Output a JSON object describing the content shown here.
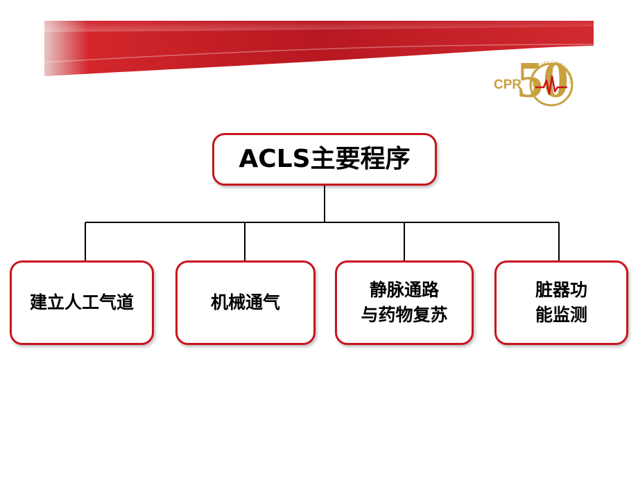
{
  "logo": {
    "text": "CPR",
    "number": "50",
    "ring_text": "ANNIVERSARY CELEBRATION",
    "color": "#c8a040"
  },
  "theme": {
    "accent": "#c8141c",
    "banner_dark": "#a30f16",
    "line": "#000000"
  },
  "diagram": {
    "root": {
      "label": "ACLS主要程序"
    },
    "children": [
      {
        "lines": [
          "建立人工气道"
        ]
      },
      {
        "lines": [
          "机械通气"
        ]
      },
      {
        "lines": [
          "静脉通路",
          "与药物复苏"
        ]
      },
      {
        "lines": [
          "脏器功",
          "能监测"
        ]
      }
    ]
  }
}
